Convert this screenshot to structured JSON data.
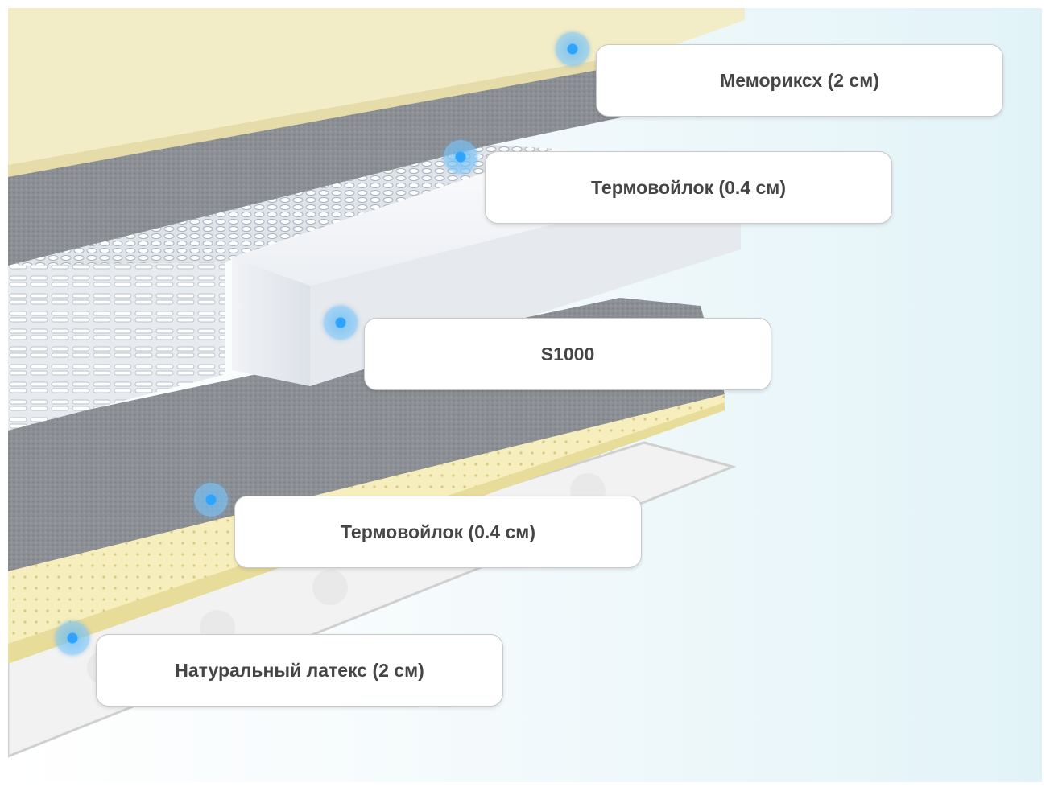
{
  "labels": [
    {
      "text": "Мемориксх (2 см)"
    },
    {
      "text": "Термовойлок (0.4 см)"
    },
    {
      "text": "S1000"
    },
    {
      "text": "Термовойлок (0.4 см)"
    },
    {
      "text": "Натуральный латекс (2 см)"
    }
  ],
  "colors": {
    "memory_foam": "#f2edc6",
    "felt": "#8b8f93",
    "latex": "#f6efbd",
    "marker": "#2ea3ff",
    "label_text": "#454545"
  }
}
